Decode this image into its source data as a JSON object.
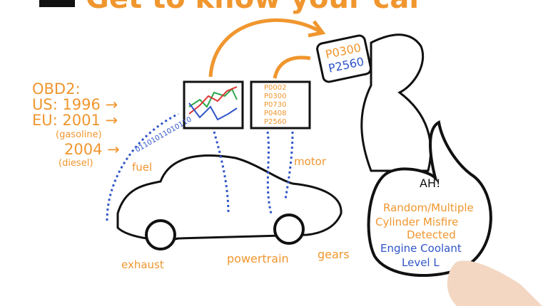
{
  "title": "Get to know your car",
  "obd": {
    "heading": "OBD2:",
    "us": "US: 1996 →",
    "eu": "EU: 2001 →",
    "eu_note": "(gasoline)",
    "diesel_year": "2004 →",
    "diesel_note": "(diesel)"
  },
  "codes_screen": [
    "P0002",
    "P0300",
    "P0730",
    "P0408",
    "P2560"
  ],
  "scanner_codes": [
    "P0300",
    "P2560"
  ],
  "car_labels": {
    "fuel": "fuel",
    "motor": "motor",
    "exhaust": "exhaust",
    "powertrain": "powertrain",
    "gears": "gears"
  },
  "binary_stream": "01101011010110",
  "bubble": {
    "exclaim": "AH!",
    "line1": "Random/Multiple",
    "line2": "Cylinder Misfire",
    "line3": "Detected",
    "line4": "Engine Coolant",
    "line5": "Level L"
  },
  "colors": {
    "orange": "#f0962e",
    "blue": "#2f55c8",
    "ink": "#111111"
  }
}
